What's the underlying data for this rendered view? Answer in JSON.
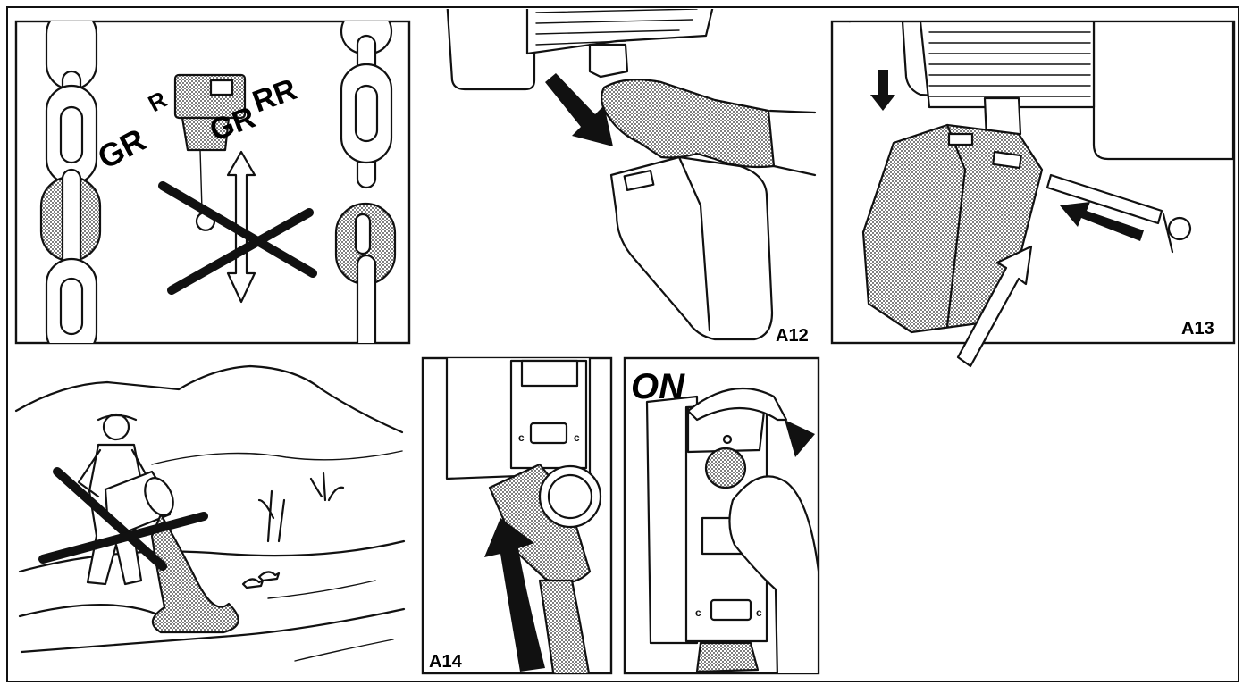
{
  "figure_labels": {
    "a12": "A12",
    "a13": "A13",
    "a14": "A14"
  },
  "noise_text": {
    "left": "GR",
    "left_small": "R",
    "right": "GR",
    "right_tail": "RR"
  },
  "switch_label": "ON",
  "colors": {
    "ink": "#111111",
    "paper": "#ffffff"
  }
}
